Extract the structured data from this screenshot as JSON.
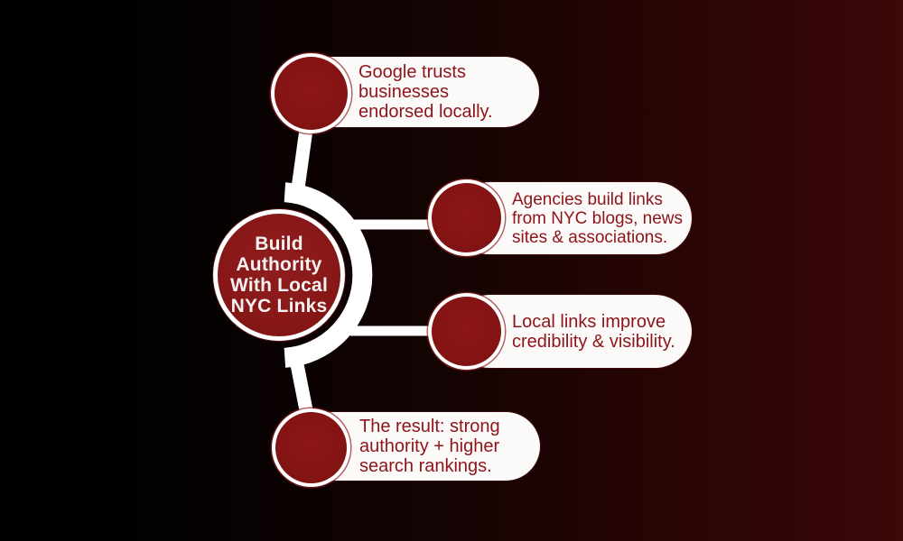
{
  "hub": {
    "lines": [
      "Build",
      "Authority",
      "With Local",
      "NYC Links"
    ]
  },
  "items": [
    {
      "lines": [
        "Google trusts",
        "businesses",
        "endorsed locally."
      ]
    },
    {
      "lines": [
        "Agencies build links",
        "from NYC blogs, news",
        "sites & associations."
      ]
    },
    {
      "lines": [
        "Local links improve",
        "credibility & visibility."
      ]
    },
    {
      "lines": [
        "The result: strong",
        "authority + higher",
        "search rankings."
      ]
    }
  ],
  "colors": {
    "background_left": "#000000",
    "background_right": "#3c0808",
    "hub_fill": "#8c1a1a",
    "node_fill": "#8c1616",
    "pill_background": "#fcfaf9",
    "pill_text": "#8d141a",
    "hub_text": "#f7f2f2",
    "connector": "#ffffff"
  }
}
